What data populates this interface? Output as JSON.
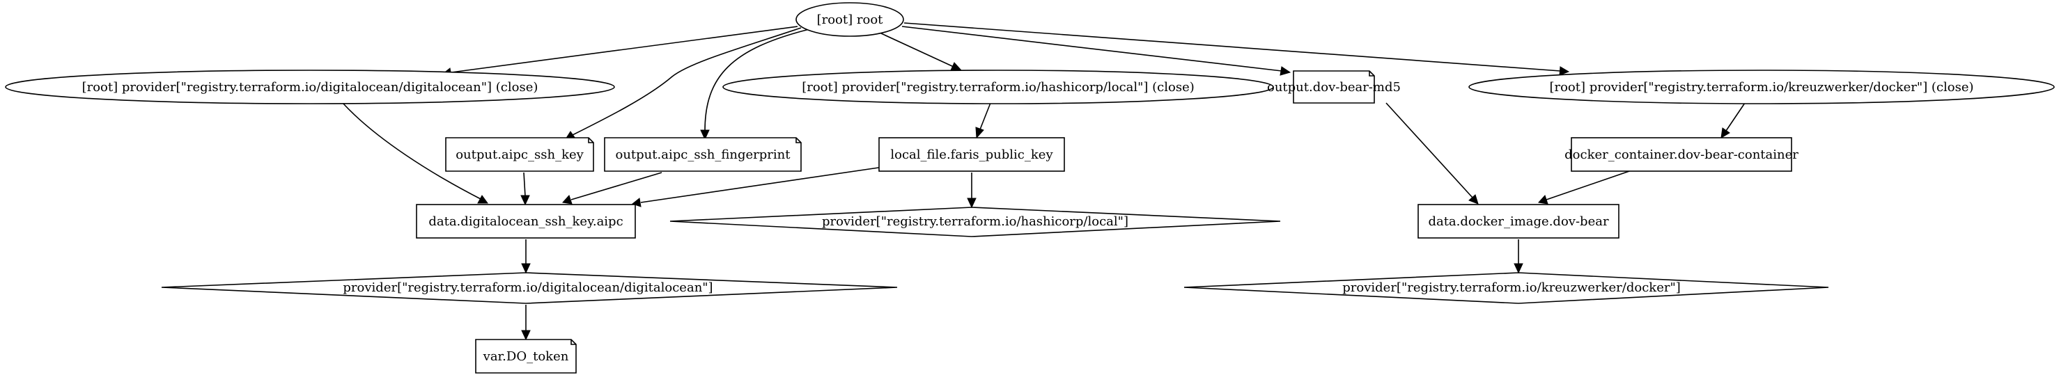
{
  "nodes": {
    "root": "[root] root",
    "prov_do_close": "[root] provider[\"registry.terraform.io/digitalocean/digitalocean\"] (close)",
    "prov_local_close": "[root] provider[\"registry.terraform.io/hashicorp/local\"] (close)",
    "out_md5": "output.dov-bear-md5",
    "prov_docker_close": "[root] provider[\"registry.terraform.io/kreuzwerker/docker\"] (close)",
    "out_ssh_key": "output.aipc_ssh_key",
    "out_fingerprint": "output.aipc_ssh_fingerprint",
    "local_file": "local_file.faris_public_key",
    "docker_container": "docker_container.dov-bear-container",
    "data_ssh_key": "data.digitalocean_ssh_key.aipc",
    "prov_local": "provider[\"registry.terraform.io/hashicorp/local\"]",
    "data_docker_image": "data.docker_image.dov-bear",
    "prov_do": "provider[\"registry.terraform.io/digitalocean/digitalocean\"]",
    "prov_docker": "provider[\"registry.terraform.io/kreuzwerker/docker\"]",
    "var_token": "var.DO_token"
  },
  "edges": [
    [
      "root",
      "prov_do_close"
    ],
    [
      "root",
      "out_ssh_key"
    ],
    [
      "root",
      "out_fingerprint"
    ],
    [
      "root",
      "prov_local_close"
    ],
    [
      "root",
      "out_md5"
    ],
    [
      "root",
      "prov_docker_close"
    ],
    [
      "prov_do_close",
      "data_ssh_key"
    ],
    [
      "out_ssh_key",
      "data_ssh_key"
    ],
    [
      "out_fingerprint",
      "data_ssh_key"
    ],
    [
      "prov_local_close",
      "local_file"
    ],
    [
      "local_file",
      "data_ssh_key"
    ],
    [
      "local_file",
      "prov_local"
    ],
    [
      "out_md5",
      "data_docker_image"
    ],
    [
      "prov_docker_close",
      "docker_container"
    ],
    [
      "docker_container",
      "data_docker_image"
    ],
    [
      "data_ssh_key",
      "prov_do"
    ],
    [
      "data_docker_image",
      "prov_docker"
    ],
    [
      "prov_do",
      "var_token"
    ]
  ]
}
